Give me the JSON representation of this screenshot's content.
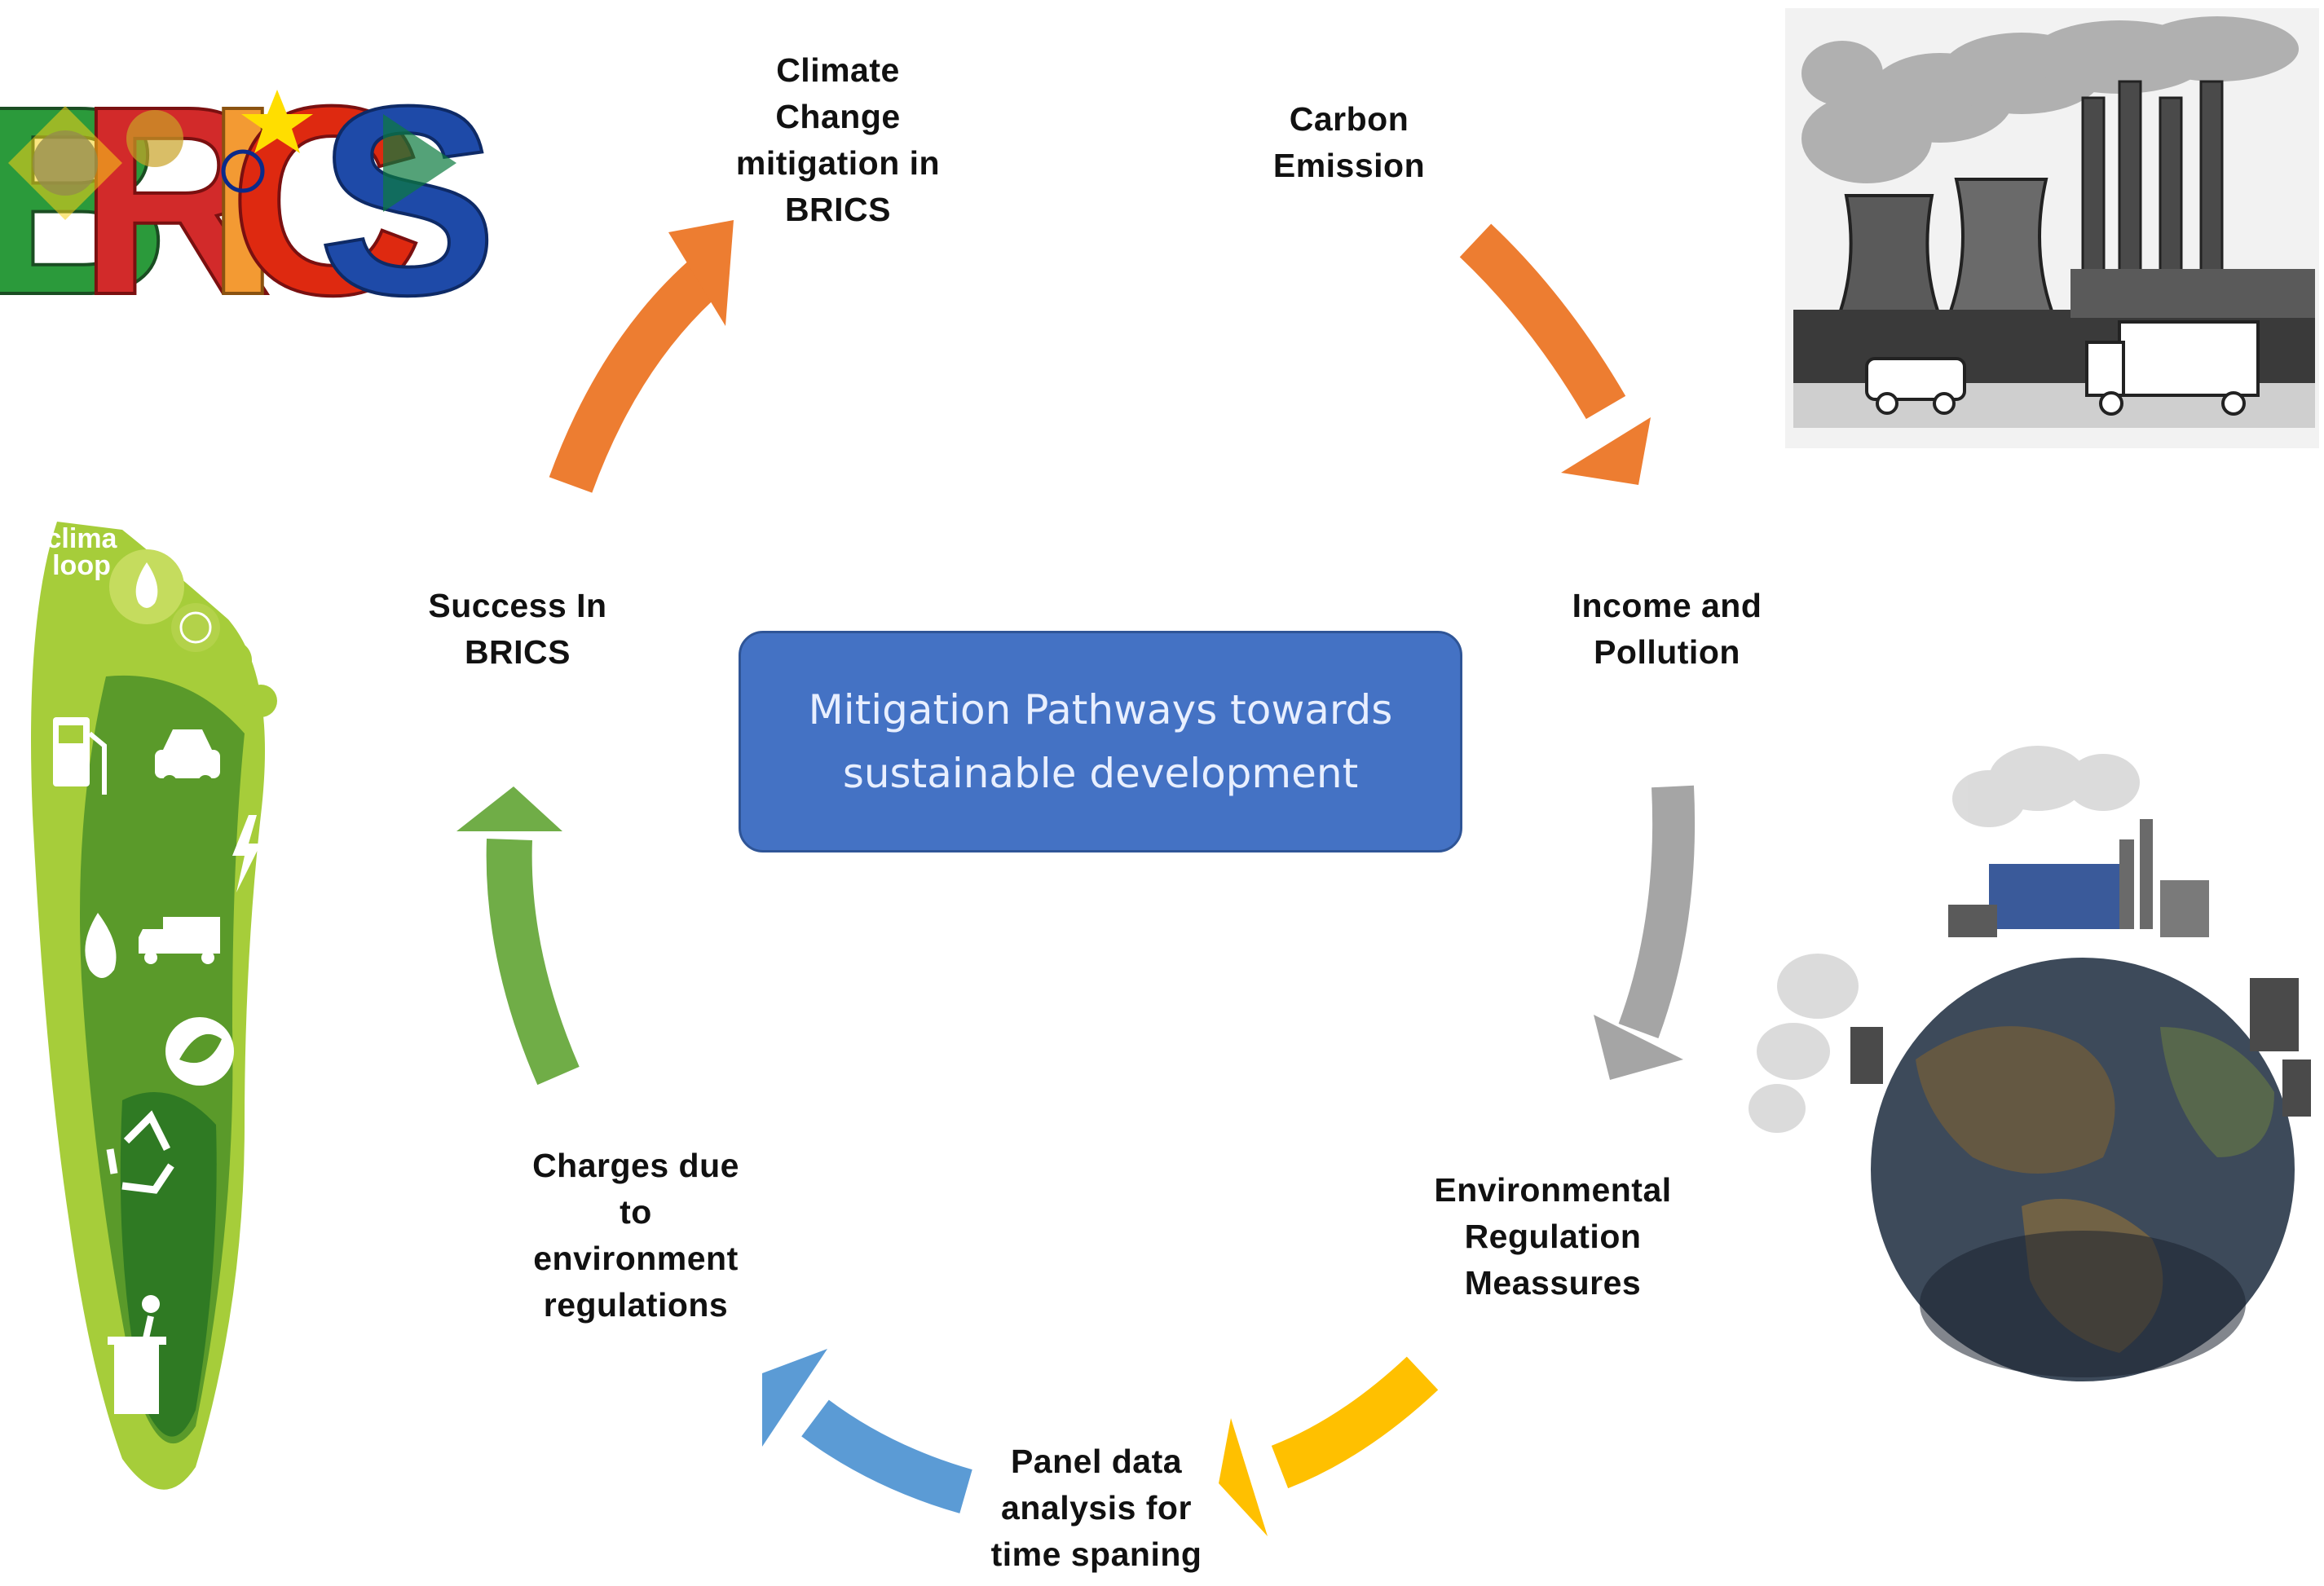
{
  "center": {
    "lines": [
      "Mitigation Pathways towards",
      "sustainable development"
    ]
  },
  "nodes": {
    "climate_change": [
      "Climate",
      "Change",
      "mitigation in",
      "BRICS"
    ],
    "carbon_emission": [
      "Carbon",
      "Emission"
    ],
    "income_pollution": [
      "Income and",
      "Pollution"
    ],
    "env_regulation": [
      "Environmental",
      "Regulation",
      "Meassures"
    ],
    "panel_data": [
      "Panel data",
      "analysis for",
      "time spaning"
    ],
    "charges": [
      "Charges due",
      "to",
      "environment",
      "regulations"
    ],
    "success": [
      "Success In",
      "BRICS"
    ]
  },
  "images": {
    "brics_logo": {
      "letters": [
        "B",
        "R",
        "I",
        "C",
        "S"
      ]
    },
    "footprint": {
      "brand": [
        "clima",
        "loop"
      ],
      "icons": [
        "water-drop-icon",
        "co2-icon",
        "fuel-pump-icon",
        "car-icon",
        "lightning-icon",
        "leaf-flame-icon",
        "truck-icon",
        "leaf-icon",
        "recycle-icon",
        "trash-bin-icon"
      ]
    },
    "factory": {
      "icons": [
        "cooling-tower-icon",
        "chimney-icon",
        "car-icon",
        "truck-icon"
      ]
    },
    "globe": {
      "icons": [
        "earth-icon",
        "factory-icon",
        "smoke-icon"
      ]
    }
  },
  "colors": {
    "orange_arrow": "#ed7d31",
    "gray_arrow": "#a5a5a5",
    "yellow_arrow": "#ffc000",
    "blue_arrow": "#5b9bd5",
    "green_arrow": "#70ad47",
    "center_box": "#4472c4"
  }
}
